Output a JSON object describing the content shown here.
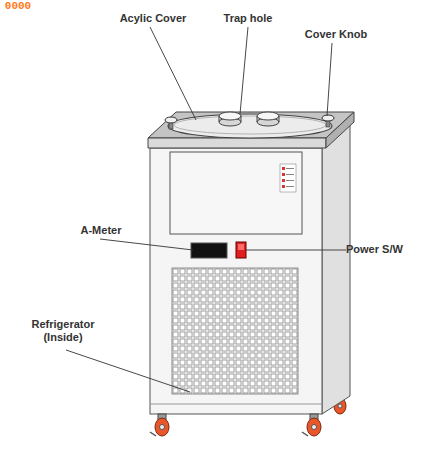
{
  "diagram": {
    "labels": [
      "Acylic Cover",
      "Trap hole",
      "Cover Knob",
      "A-Meter",
      "0000",
      "Power S/W",
      "Refrigerator (Inside)"
    ]
  }
}
